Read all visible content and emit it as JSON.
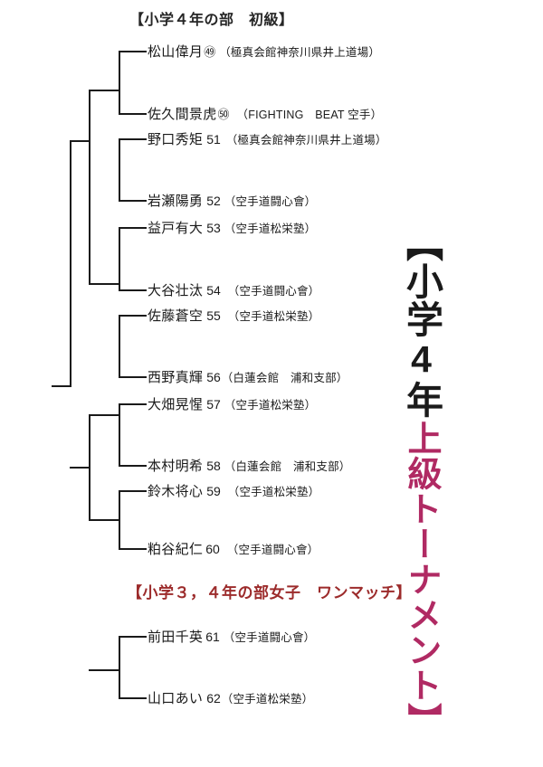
{
  "document": {
    "headings": {
      "beginner_division": "【小学４年の部　初級】",
      "girls_one_match": "【小学３，４年の部女子　ワンマッチ】"
    },
    "vertical_banner": {
      "line_top": "【小学4年",
      "line_bottom": "上級トーナメント】",
      "color_top": "#1a1a1a",
      "color_bottom": "#b02a63"
    }
  },
  "bracket_main": {
    "entries": [
      {
        "name": "松山偉月",
        "number": "㊾",
        "number_style": "circled",
        "dojo": "（極真会館神奈川県井上道場）"
      },
      {
        "name": "佐久間景虎",
        "number": "㊿",
        "number_style": "circled",
        "dojo": "（FIGHTING　BEAT 空手）"
      },
      {
        "name": "野口秀矩",
        "number": "51",
        "number_style": "plain",
        "dojo": "（極真会館神奈川県井上道場）"
      },
      {
        "name": "岩瀬陽勇",
        "number": "52",
        "number_style": "plain",
        "dojo": "（空手道闘心會）"
      },
      {
        "name": "益戸有大",
        "number": "53",
        "number_style": "plain",
        "dojo": "（空手道松栄塾）"
      },
      {
        "name": "大谷壮汰",
        "number": "54",
        "number_style": "plain",
        "dojo": "（空手道闘心會）"
      },
      {
        "name": "佐藤蒼空",
        "number": "55",
        "number_style": "plain",
        "dojo": "（空手道松栄塾）"
      },
      {
        "name": "西野真輝",
        "number": "56",
        "number_style": "plain",
        "dojo": "（白蓮会館　浦和支部）"
      },
      {
        "name": "大畑晃惺",
        "number": "57",
        "number_style": "plain",
        "dojo": "（空手道松栄塾）"
      },
      {
        "name": "本村明希",
        "number": "58",
        "number_style": "plain",
        "dojo": "（白蓮会館　浦和支部）"
      },
      {
        "name": "鈴木将心",
        "number": "59",
        "number_style": "plain",
        "dojo": "（空手道松栄塾）"
      },
      {
        "name": "粕谷紀仁",
        "number": "60",
        "number_style": "plain",
        "dojo": "（空手道闘心會）"
      }
    ]
  },
  "bracket_onematch": {
    "entries": [
      {
        "name": "前田千英",
        "number": "61",
        "number_style": "plain",
        "dojo": "（空手道闘心會）"
      },
      {
        "name": "山口あい",
        "number": "62",
        "number_style": "plain",
        "dojo": "（空手道松栄塾）"
      }
    ]
  }
}
